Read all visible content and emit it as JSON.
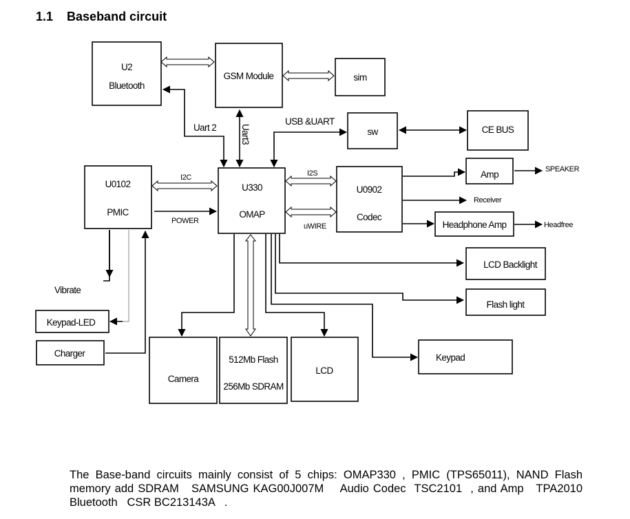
{
  "section": {
    "number": "1.1",
    "title": "Baseband circuit"
  },
  "blocks": {
    "u2": {
      "line1": "U2",
      "line2": "Bluetooth"
    },
    "gsm": {
      "label": "GSM Module"
    },
    "sim": {
      "label": "sim"
    },
    "sw": {
      "label": "sw"
    },
    "cebus": {
      "label": "CE BUS"
    },
    "pmic": {
      "line1": "U0102",
      "line2": "PMIC"
    },
    "omap": {
      "line1": "U330",
      "line2": "OMAP"
    },
    "codec": {
      "line1": "U0902",
      "line2": "Codec"
    },
    "amp": {
      "label": "Amp"
    },
    "hpamp": {
      "label": "Headphone Amp"
    },
    "lcdbl": {
      "label": "LCD Backlight"
    },
    "flashlight": {
      "label": "Flash light"
    },
    "keypadled": {
      "label": "Keypad-LED"
    },
    "charger": {
      "label": "Charger"
    },
    "camera": {
      "label": "Camera"
    },
    "memory": {
      "line1": "512Mb Flash",
      "line2": "256Mb SDRAM"
    },
    "lcd": {
      "label": "LCD"
    },
    "keypad": {
      "label": "Keypad"
    }
  },
  "signals": {
    "uart2": "Uart 2",
    "uart3": "Uart3",
    "usb_uart": "USB &UART",
    "i2c": "I2C",
    "power": "POWER",
    "i2s": "I2S",
    "uwire": "uWIRE",
    "speaker": "SPEAKER",
    "receiver": "Receiver",
    "headfree": "Headfree",
    "vibrate": "Vibrate"
  },
  "caption": "The Base-band circuits mainly consist of 5 chips: OMAP330 , PMIC (TPS65011), NAND Flash memory add SDRAM   SAMSUNG KAG00J007M    Audio Codec  TSC2101  , and Amp   TPA2010     Bluetooth   CSR BC213143A   ."
}
